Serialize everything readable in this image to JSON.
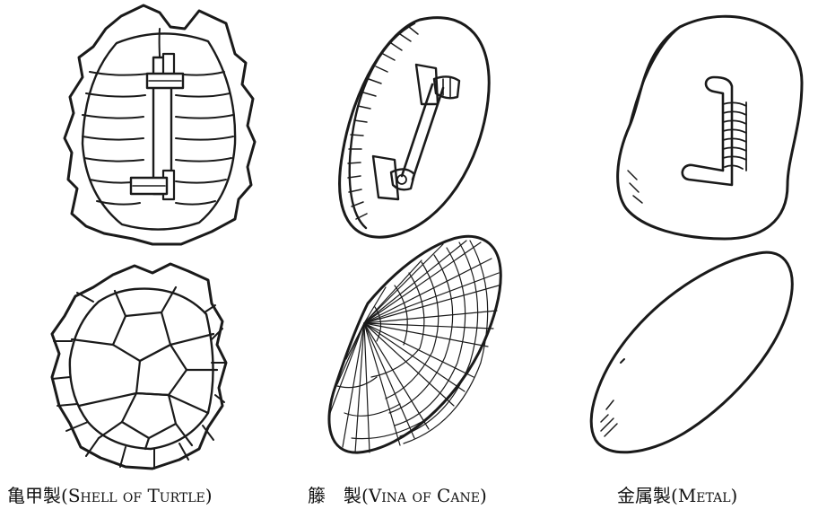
{
  "captions": [
    {
      "id": "turtle",
      "cjk": "亀甲製",
      "paren_open": "(",
      "en": "Shell of Turtle",
      "paren_close": ")"
    },
    {
      "id": "cane",
      "cjk": "籐　製",
      "paren_open": "(",
      "en": "Vina of Cane",
      "paren_close": ")"
    },
    {
      "id": "metal",
      "cjk": "金属製",
      "paren_open": "(",
      "en": "Metal",
      "paren_close": ")"
    }
  ],
  "style": {
    "ink": "#1a1a1a",
    "paper": "#ffffff"
  }
}
